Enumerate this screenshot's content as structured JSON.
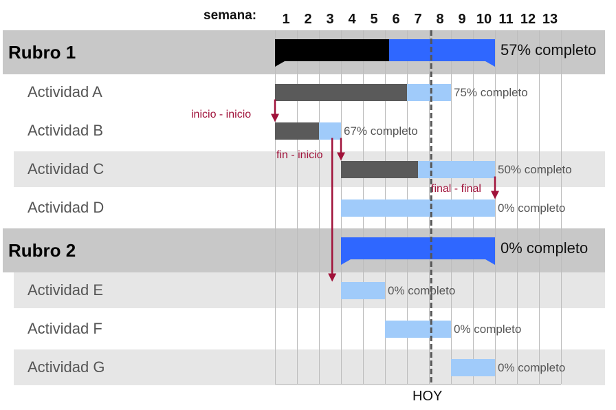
{
  "header": {
    "week_label": "semana:"
  },
  "weeks": [
    "1",
    "2",
    "3",
    "4",
    "5",
    "6",
    "7",
    "8",
    "9",
    "10",
    "11",
    "12",
    "13"
  ],
  "today_label": "HOY",
  "today_week_offset": 7.1,
  "rows": [
    {
      "label": "Rubro 1",
      "kind": "rubro",
      "start": 0,
      "end": 10,
      "done_fraction": 0.52,
      "percent_text": "57% completo"
    },
    {
      "label": "Actividad A",
      "kind": "activity",
      "start": 0,
      "end": 8,
      "done_fraction": 0.75,
      "percent_text": "75% completo"
    },
    {
      "label": "Actividad B",
      "kind": "activity",
      "start": 0,
      "end": 3,
      "done_fraction": 0.67,
      "percent_text": "67% completo"
    },
    {
      "label": "Actividad C",
      "kind": "activity",
      "start": 3,
      "end": 10,
      "done_fraction": 0.5,
      "percent_text": "50% completo"
    },
    {
      "label": "Actividad D",
      "kind": "activity",
      "start": 3,
      "end": 10,
      "done_fraction": 0,
      "percent_text": "0% completo"
    },
    {
      "label": "Rubro 2",
      "kind": "rubro",
      "start": 3,
      "end": 10,
      "done_fraction": 0,
      "percent_text": "0% completo"
    },
    {
      "label": "Actividad E",
      "kind": "activity",
      "start": 3,
      "end": 5,
      "done_fraction": 0,
      "percent_text": "0% completo"
    },
    {
      "label": "Actividad F",
      "kind": "activity",
      "start": 5,
      "end": 8,
      "done_fraction": 0,
      "percent_text": "0% completo"
    },
    {
      "label": "Actividad G",
      "kind": "activity",
      "start": 8,
      "end": 10,
      "done_fraction": 0,
      "percent_text": "0% completo"
    }
  ],
  "dependencies": [
    {
      "label": "inicio - inicio",
      "from_row": 1,
      "to_row": 2,
      "week": 0
    },
    {
      "label": "fin - inicio",
      "from_row": 2,
      "to_row": 3,
      "week": 3
    },
    {
      "label": "final - final",
      "from_row": 3,
      "to_row": 4,
      "week": 10
    },
    {
      "label": "",
      "from_row": 2,
      "to_row": 6,
      "week": 2.6
    }
  ],
  "colors": {
    "rubro_done": "#000000",
    "rubro_remaining": "#2f67ff",
    "activity_done": "#5a5a5a",
    "activity_remaining": "#a0cbfa",
    "dependency_arrow": "#a0123a",
    "today_line": "#555555"
  }
}
